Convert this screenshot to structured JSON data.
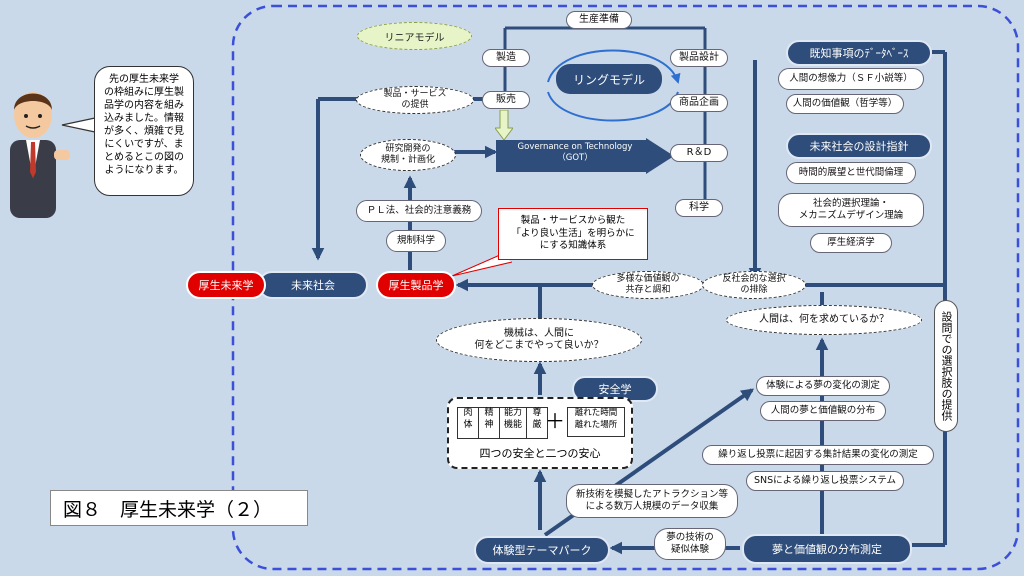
{
  "caption": "図８　厚生未来学（２）",
  "speech_bubble": "先の厚生未来学\nの枠組みに厚生製\n品学の内容を組み\n込みました。情報\nが多く、煩雑で見\nにくいですが、ま\nとめるとこの図の\nようになります。",
  "linear_model": "リニアモデル",
  "ring_model": "リングモデル",
  "got_arrow": "Governance on Technology\n（GOT）",
  "ring_stages": {
    "production_prep": "生産準備",
    "manufacturing": "製造",
    "sales": "販売",
    "product_design": "製品設計",
    "product_planning": "商品企画",
    "rnd": "R＆D",
    "science": "科学"
  },
  "ovals": {
    "product_service_supply": "製品・サービス\nの提供",
    "rnd_regulation": "研究開発の\n規制・計画化",
    "diverse_values": "多様な価値観の\n共存と調和",
    "antisocial_exclusion": "反社会的な選択\nの排除",
    "what_people_seek": "人間は、何を求めているか？",
    "machine_limit": "機械は、人間に\n何をどこまでやって良いか？"
  },
  "pills": {
    "pl_law": "ＰＬ法、社会的注意義務",
    "regulatory_science": "規制科学",
    "imagination": "人間の想像力（ＳＦ小説等）",
    "values_philosophy": "人間の価値観（哲学等）",
    "time_ethics": "時間的展望と世代間倫理",
    "social_choice": "社会的選択理論・\nメカニズムデザイン理論",
    "welfare_econ": "厚生経済学",
    "dream_change": "体験による夢の変化の測定",
    "dream_distribution": "人間の夢と価値観の分布",
    "repeat_vote": "繰り返し投票に起因する集計結果の変化の測定",
    "sns_vote": "SNSによる繰り返し投票システム",
    "attraction": "新技術を模擬したアトラクション等\nによる数万人規模のデータ収集",
    "dream_sim": "夢の技術の\n疑似体験"
  },
  "navy_boxes": {
    "knowledge_db": "既知事項のﾃﾞｰﾀﾍﾞｰｽ",
    "design_guideline": "未来社会の設計指針",
    "future_society": "未来社会",
    "safety_science": "安全学",
    "theme_park": "体験型テーマパーク",
    "dream_value_measure": "夢と価値観の分布測定"
  },
  "red_boxes": {
    "welfare_futurology": "厚生未来学",
    "welfare_products": "厚生製品学"
  },
  "callout": "製品・サービスから観た\n「より良い生活」を明らかに\nにする知識体系",
  "side_label": "設問での選択肢の提供",
  "safety_box": {
    "cells": [
      "肉\n体",
      "精\n神",
      "能力\n機能",
      "尊\n厳"
    ],
    "plus": "＋",
    "extra": "離れた時間\n離れた場所",
    "title": "四つの安全と二つの安心"
  },
  "colors": {
    "background": "#c9d9ea",
    "navy": "#2e4d7a",
    "accent_red": "#e00000",
    "dashed_border": "#3b4fd8",
    "ring_light": "#dde8f4",
    "linear_green": "#e6f4c8"
  }
}
